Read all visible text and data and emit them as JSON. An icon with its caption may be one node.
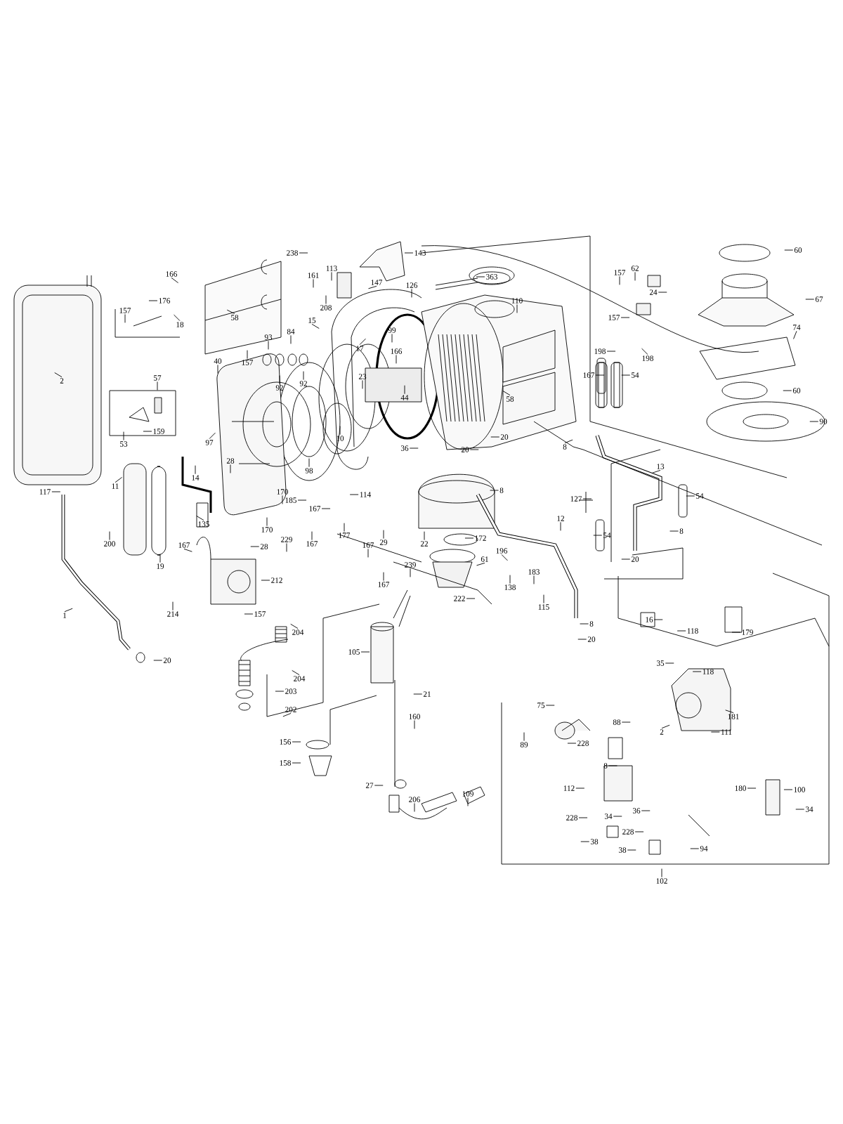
{
  "diagram": {
    "nodes": [
      {
        "text": [
          "238"
        ]
      },
      {
        "text": [
          "113"
        ]
      },
      {
        "text": [
          "143"
        ]
      },
      {
        "text": [
          "166"
        ]
      },
      {
        "text": [
          "161"
        ]
      },
      {
        "text": [
          "147"
        ]
      },
      {
        "text": [
          "126"
        ]
      },
      {
        "text": [
          "208"
        ]
      },
      {
        "text": [
          "363"
        ]
      },
      {
        "text": [
          "110"
        ]
      },
      {
        "text": [
          "157"
        ]
      },
      {
        "text": [
          "62"
        ]
      },
      {
        "text": [
          "60"
        ]
      },
      {
        "text": [
          "67"
        ]
      },
      {
        "text": [
          "157"
        ]
      },
      {
        "text": [
          "24"
        ]
      },
      {
        "text": [
          "74"
        ]
      },
      {
        "text": [
          "198"
        ]
      },
      {
        "text": [
          "198"
        ]
      },
      {
        "text": [
          "167"
        ]
      },
      {
        "text": [
          "54"
        ]
      },
      {
        "text": [
          "60"
        ]
      },
      {
        "text": [
          "90"
        ]
      },
      {
        "text": [
          "58"
        ]
      },
      {
        "text": [
          "176"
        ]
      },
      {
        "text": [
          "157"
        ]
      },
      {
        "text": [
          "18"
        ]
      },
      {
        "text": [
          "15"
        ]
      },
      {
        "text": [
          "99"
        ]
      },
      {
        "text": [
          "17"
        ]
      },
      {
        "text": [
          "23"
        ]
      },
      {
        "text": [
          "44"
        ]
      },
      {
        "text": [
          "166"
        ]
      },
      {
        "text": [
          "58"
        ]
      },
      {
        "text": [
          "93"
        ]
      },
      {
        "text": [
          "84"
        ]
      },
      {
        "text": [
          "92"
        ]
      },
      {
        "text": [
          "92"
        ]
      },
      {
        "text": [
          "157"
        ]
      },
      {
        "text": [
          "40"
        ]
      },
      {
        "text": [
          "57"
        ]
      },
      {
        "text": [
          "159"
        ]
      },
      {
        "text": [
          "53"
        ]
      },
      {
        "text": [
          "2"
        ]
      },
      {
        "text": [
          "97"
        ]
      },
      {
        "text": [
          "28"
        ]
      },
      {
        "text": [
          "14"
        ]
      },
      {
        "text": [
          "11"
        ]
      },
      {
        "text": [
          "117"
        ]
      },
      {
        "text": [
          "98"
        ]
      },
      {
        "text": [
          "10"
        ]
      },
      {
        "text": [
          "36"
        ]
      },
      {
        "text": [
          "20"
        ]
      },
      {
        "text": [
          "20"
        ]
      },
      {
        "text": [
          "8"
        ]
      },
      {
        "text": [
          "13"
        ]
      },
      {
        "text": [
          "54"
        ]
      },
      {
        "text": [
          "127"
        ]
      },
      {
        "text": [
          "8"
        ]
      },
      {
        "text": [
          "114"
        ]
      },
      {
        "text": [
          "170"
        ]
      },
      {
        "text": [
          "185"
        ]
      },
      {
        "text": [
          "167"
        ]
      },
      {
        "text": [
          "170"
        ]
      },
      {
        "text": [
          "229"
        ]
      },
      {
        "text": [
          "167"
        ]
      },
      {
        "text": [
          "177"
        ]
      },
      {
        "text": [
          "167"
        ]
      },
      {
        "text": [
          "29"
        ]
      },
      {
        "text": [
          "200"
        ]
      },
      {
        "text": [
          "19"
        ]
      },
      {
        "text": [
          "135"
        ]
      },
      {
        "text": [
          "167"
        ]
      },
      {
        "text": [
          "28"
        ]
      },
      {
        "text": [
          "212"
        ]
      },
      {
        "text": [
          "214"
        ]
      },
      {
        "text": [
          "157"
        ]
      },
      {
        "text": [
          "239"
        ]
      },
      {
        "text": [
          "167"
        ]
      },
      {
        "text": [
          "172"
        ]
      },
      {
        "text": [
          "22"
        ]
      },
      {
        "text": [
          "61"
        ]
      },
      {
        "text": [
          "222"
        ]
      },
      {
        "text": [
          "196"
        ]
      },
      {
        "text": [
          "138"
        ]
      },
      {
        "text": [
          "183"
        ]
      },
      {
        "text": [
          "115"
        ]
      },
      {
        "text": [
          "12"
        ]
      },
      {
        "text": [
          "54"
        ]
      },
      {
        "text": [
          "8"
        ]
      },
      {
        "text": [
          "20"
        ]
      },
      {
        "text": [
          "8"
        ]
      },
      {
        "text": [
          "20"
        ]
      },
      {
        "text": [
          "16"
        ]
      },
      {
        "text": [
          "118"
        ]
      },
      {
        "text": [
          "179"
        ]
      },
      {
        "text": [
          "35"
        ]
      },
      {
        "text": [
          "118"
        ]
      },
      {
        "text": [
          "181"
        ]
      },
      {
        "text": [
          "2"
        ]
      },
      {
        "text": [
          "111"
        ]
      },
      {
        "text": [
          "1"
        ]
      },
      {
        "text": [
          "20"
        ]
      },
      {
        "text": [
          "204"
        ]
      },
      {
        "text": [
          "204"
        ]
      },
      {
        "text": [
          "203"
        ]
      },
      {
        "text": [
          "202"
        ]
      },
      {
        "text": [
          "105"
        ]
      },
      {
        "text": [
          "160"
        ]
      },
      {
        "text": [
          "21"
        ]
      },
      {
        "text": [
          "156"
        ]
      },
      {
        "text": [
          "158"
        ]
      },
      {
        "text": [
          "27"
        ]
      },
      {
        "text": [
          "206"
        ]
      },
      {
        "text": [
          "109"
        ]
      },
      {
        "text": [
          "75"
        ]
      },
      {
        "text": [
          "89"
        ]
      },
      {
        "text": [
          "228"
        ]
      },
      {
        "text": [
          "88"
        ]
      },
      {
        "text": [
          "8"
        ]
      },
      {
        "text": [
          "112"
        ]
      },
      {
        "text": [
          "180"
        ]
      },
      {
        "text": [
          "100"
        ]
      },
      {
        "text": [
          "34"
        ]
      },
      {
        "text": [
          "36"
        ]
      },
      {
        "text": [
          "228"
        ]
      },
      {
        "text": [
          "228"
        ]
      },
      {
        "text": [
          "34"
        ]
      },
      {
        "text": [
          "38"
        ]
      },
      {
        "text": [
          "38"
        ]
      },
      {
        "text": [
          "94"
        ]
      },
      {
        "text": [
          "102"
        ]
      }
    ],
    "edges": [
      {
        "from": 0,
        "to": null,
        "arrow": "none"
      },
      {
        "from": 1,
        "to": null,
        "arrow": "none"
      },
      {
        "from": 2,
        "to": null,
        "arrow": "none"
      },
      {
        "from": 3,
        "to": null,
        "arrow": "none"
      },
      {
        "from": 4,
        "to": null,
        "arrow": "none"
      },
      {
        "from": 5,
        "to": null,
        "arrow": "none"
      },
      {
        "from": 6,
        "to": null,
        "arrow": "none"
      },
      {
        "from": 7,
        "to": null,
        "arrow": "none"
      },
      {
        "from": 8,
        "to": null,
        "arrow": "none"
      },
      {
        "from": 9,
        "to": null,
        "arrow": "none"
      },
      {
        "from": 10,
        "to": null,
        "arrow": "none"
      },
      {
        "from": 11,
        "to": null,
        "arrow": "none"
      },
      {
        "from": 12,
        "to": null,
        "arrow": "none"
      },
      {
        "from": 13,
        "to": null,
        "arrow": "none"
      },
      {
        "from": 14,
        "to": null,
        "arrow": "none"
      },
      {
        "from": 15,
        "to": null,
        "arrow": "none"
      },
      {
        "from": 16,
        "to": null,
        "arrow": "none"
      },
      {
        "from": 17,
        "to": null,
        "arrow": "none"
      },
      {
        "from": 18,
        "to": null,
        "arrow": "none"
      },
      {
        "from": 19,
        "to": null,
        "arrow": "none"
      },
      {
        "from": 20,
        "to": null,
        "arrow": "none"
      },
      {
        "from": 21,
        "to": null,
        "arrow": "none"
      },
      {
        "from": 22,
        "to": null,
        "arrow": "none"
      },
      {
        "from": 23,
        "to": null,
        "arrow": "none"
      },
      {
        "from": 24,
        "to": null,
        "arrow": "none"
      },
      {
        "from": 25,
        "to": null,
        "arrow": "none"
      },
      {
        "from": 26,
        "to": null,
        "arrow": "none"
      },
      {
        "from": 27,
        "to": null,
        "arrow": "none"
      },
      {
        "from": 28,
        "to": null,
        "arrow": "none"
      },
      {
        "from": 29,
        "to": null,
        "arrow": "none"
      },
      {
        "from": 30,
        "to": null,
        "arrow": "none"
      },
      {
        "from": 31,
        "to": null,
        "arrow": "none"
      },
      {
        "from": 32,
        "to": null,
        "arrow": "none"
      },
      {
        "from": 33,
        "to": null,
        "arrow": "none"
      },
      {
        "from": 34,
        "to": null,
        "arrow": "none"
      },
      {
        "from": 35,
        "to": null,
        "arrow": "none"
      },
      {
        "from": 36,
        "to": null,
        "arrow": "none"
      },
      {
        "from": 37,
        "to": null,
        "arrow": "none"
      },
      {
        "from": 38,
        "to": null,
        "arrow": "none"
      },
      {
        "from": 39,
        "to": null,
        "arrow": "none"
      },
      {
        "from": 40,
        "to": null,
        "arrow": "none"
      },
      {
        "from": 41,
        "to": null,
        "arrow": "none"
      },
      {
        "from": 42,
        "to": null,
        "arrow": "none"
      },
      {
        "from": 43,
        "to": null,
        "arrow": "none"
      },
      {
        "from": 44,
        "to": null,
        "arrow": "none"
      },
      {
        "from": 45,
        "to": null,
        "arrow": "none"
      },
      {
        "from": 46,
        "to": null,
        "arrow": "none"
      },
      {
        "from": 47,
        "to": null,
        "arrow": "none"
      },
      {
        "from": 48,
        "to": null,
        "arrow": "none"
      },
      {
        "from": 49,
        "to": null,
        "arrow": "none"
      },
      {
        "from": 50,
        "to": null,
        "arrow": "none"
      },
      {
        "from": 51,
        "to": null,
        "arrow": "none"
      },
      {
        "from": 52,
        "to": null,
        "arrow": "none"
      },
      {
        "from": 53,
        "to": null,
        "arrow": "none"
      },
      {
        "from": 54,
        "to": null,
        "arrow": "none"
      },
      {
        "from": 55,
        "to": null,
        "arrow": "none"
      },
      {
        "from": 56,
        "to": null,
        "arrow": "none"
      },
      {
        "from": 57,
        "to": null,
        "arrow": "none"
      },
      {
        "from": 58,
        "to": null,
        "arrow": "none"
      },
      {
        "from": 59,
        "to": null,
        "arrow": "none"
      },
      {
        "from": 60,
        "to": null,
        "arrow": "none"
      },
      {
        "from": 61,
        "to": null,
        "arrow": "none"
      },
      {
        "from": 62,
        "to": null,
        "arrow": "none"
      },
      {
        "from": 63,
        "to": null,
        "arrow": "none"
      },
      {
        "from": 64,
        "to": null,
        "arrow": "none"
      },
      {
        "from": 65,
        "to": null,
        "arrow": "none"
      },
      {
        "from": 66,
        "to": null,
        "arrow": "none"
      },
      {
        "from": 67,
        "to": null,
        "arrow": "none"
      },
      {
        "from": 68,
        "to": null,
        "arrow": "none"
      },
      {
        "from": 69,
        "to": null,
        "arrow": "none"
      },
      {
        "from": 70,
        "to": null,
        "arrow": "none"
      },
      {
        "from": 71,
        "to": null,
        "arrow": "none"
      },
      {
        "from": 72,
        "to": null,
        "arrow": "none"
      },
      {
        "from": 73,
        "to": null,
        "arrow": "none"
      },
      {
        "from": 74,
        "to": null,
        "arrow": "none"
      },
      {
        "from": 75,
        "to": null,
        "arrow": "none"
      },
      {
        "from": 76,
        "to": null,
        "arrow": "none"
      },
      {
        "from": 77,
        "to": null,
        "arrow": "none"
      },
      {
        "from": 78,
        "to": null,
        "arrow": "none"
      },
      {
        "from": 79,
        "to": null,
        "arrow": "none"
      },
      {
        "from": 80,
        "to": null,
        "arrow": "none"
      },
      {
        "from": 81,
        "to": null,
        "arrow": "none"
      },
      {
        "from": 82,
        "to": null,
        "arrow": "none"
      },
      {
        "from": 83,
        "to": null,
        "arrow": "none"
      },
      {
        "from": 84,
        "to": null,
        "arrow": "none"
      },
      {
        "from": 85,
        "to": null,
        "arrow": "none"
      },
      {
        "from": 86,
        "to": null,
        "arrow": "none"
      },
      {
        "from": 87,
        "to": null,
        "arrow": "none"
      },
      {
        "from": 88,
        "to": null,
        "arrow": "none"
      },
      {
        "from": 89,
        "to": null,
        "arrow": "none"
      },
      {
        "from": 90,
        "to": null,
        "arrow": "none"
      },
      {
        "from": 91,
        "to": null,
        "arrow": "none"
      },
      {
        "from": 92,
        "to": null,
        "arrow": "none"
      },
      {
        "from": 93,
        "to": null,
        "arrow": "none"
      },
      {
        "from": 94,
        "to": null,
        "arrow": "none"
      },
      {
        "from": 95,
        "to": null,
        "arrow": "none"
      },
      {
        "from": 96,
        "to": null,
        "arrow": "none"
      },
      {
        "from": 97,
        "to": null,
        "arrow": "none"
      },
      {
        "from": 98,
        "to": null,
        "arrow": "none"
      },
      {
        "from": 99,
        "to": null,
        "arrow": "none"
      },
      {
        "from": 100,
        "to": null,
        "arrow": "none"
      },
      {
        "from": 101,
        "to": null,
        "arrow": "none"
      },
      {
        "from": 102,
        "to": null,
        "arrow": "none"
      },
      {
        "from": 103,
        "to": null,
        "arrow": "none"
      },
      {
        "from": 104,
        "to": null,
        "arrow": "none"
      },
      {
        "from": 105,
        "to": null,
        "arrow": "none"
      },
      {
        "from": 106,
        "to": null,
        "arrow": "none"
      },
      {
        "from": 107,
        "to": null,
        "arrow": "none"
      },
      {
        "from": 108,
        "to": null,
        "arrow": "none"
      },
      {
        "from": 109,
        "to": null,
        "arrow": "none"
      },
      {
        "from": 110,
        "to": null,
        "arrow": "none"
      },
      {
        "from": 111,
        "to": null,
        "arrow": "none"
      },
      {
        "from": 112,
        "to": null,
        "arrow": "none"
      },
      {
        "from": 113,
        "to": null,
        "arrow": "none"
      },
      {
        "from": 114,
        "to": null,
        "arrow": "none"
      },
      {
        "from": 115,
        "to": null,
        "arrow": "none"
      },
      {
        "from": 116,
        "to": null,
        "arrow": "none"
      },
      {
        "from": 117,
        "to": null,
        "arrow": "none"
      },
      {
        "from": 118,
        "to": null,
        "arrow": "none"
      },
      {
        "from": 119,
        "to": null,
        "arrow": "none"
      },
      {
        "from": 120,
        "to": null,
        "arrow": "none"
      },
      {
        "from": 121,
        "to": null,
        "arrow": "none"
      },
      {
        "from": 122,
        "to": null,
        "arrow": "none"
      },
      {
        "from": 123,
        "to": null,
        "arrow": "none"
      },
      {
        "from": 124,
        "to": null,
        "arrow": "none"
      },
      {
        "from": 125,
        "to": null,
        "arrow": "none"
      },
      {
        "from": 126,
        "to": null,
        "arrow": "none"
      },
      {
        "from": 127,
        "to": null,
        "arrow": "none"
      },
      {
        "from": 128,
        "to": null,
        "arrow": "none"
      },
      {
        "from": 129,
        "to": null,
        "arrow": "none"
      },
      {
        "from": 130,
        "to": null,
        "arrow": "none"
      },
      {
        "from": 131,
        "to": null,
        "arrow": "none"
      }
    ]
  }
}
